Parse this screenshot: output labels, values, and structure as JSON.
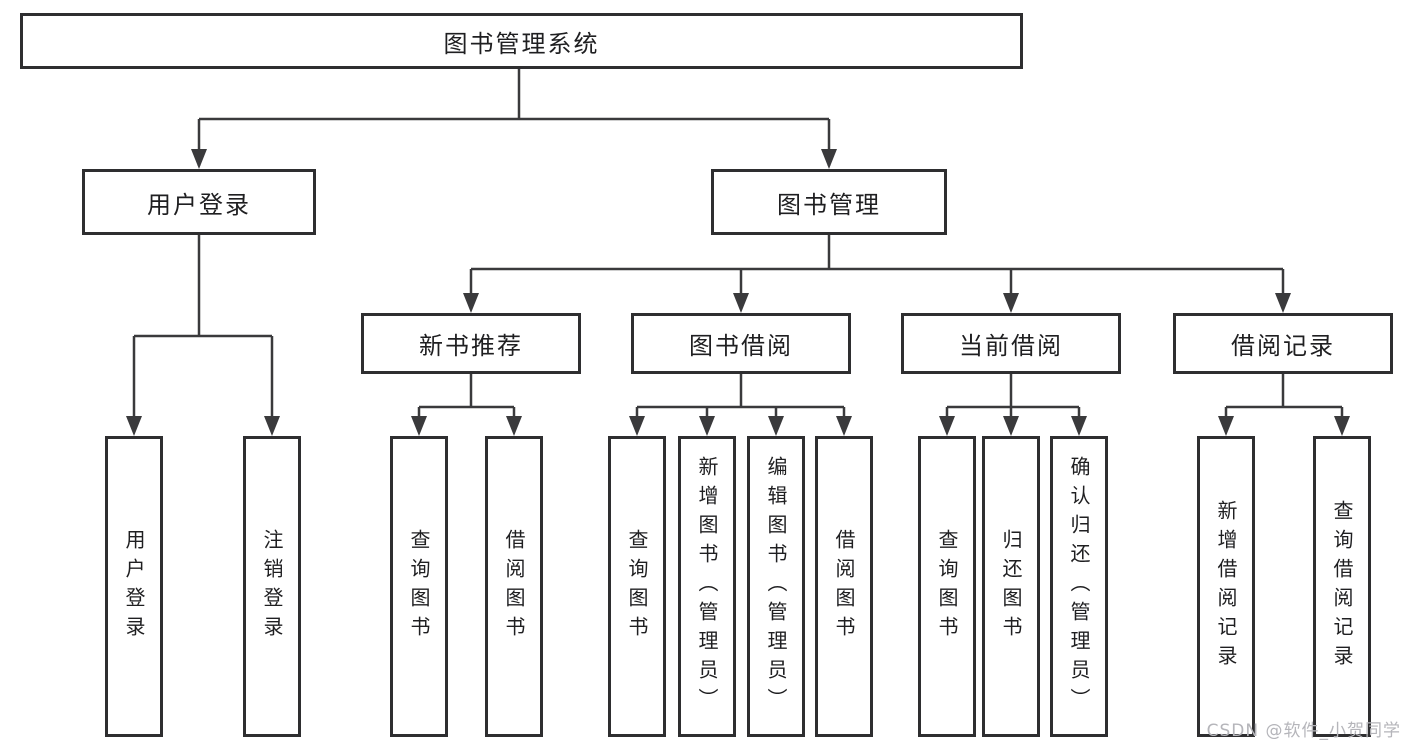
{
  "diagram": {
    "nodes": {
      "root": {
        "label": "图书管理系统"
      },
      "user_login": {
        "label": "用户登录"
      },
      "book_management": {
        "label": "图书管理"
      },
      "new_book_recommend": {
        "label": "新书推荐"
      },
      "book_borrow": {
        "label": "图书借阅"
      },
      "current_borrow": {
        "label": "当前借阅"
      },
      "borrow_records": {
        "label": "借阅记录"
      },
      "leaf_user_login": {
        "label": "用户登录"
      },
      "leaf_logout": {
        "label": "注销登录"
      },
      "leaf_nb_query": {
        "label": "查询图书"
      },
      "leaf_nb_borrow": {
        "label": "借阅图书"
      },
      "leaf_bb_query": {
        "label": "查询图书"
      },
      "leaf_bb_add": {
        "label": "新增图书（管理员）"
      },
      "leaf_bb_edit": {
        "label": "编辑图书（管理员）"
      },
      "leaf_bb_borrow": {
        "label": "借阅图书"
      },
      "leaf_cb_query": {
        "label": "查询图书"
      },
      "leaf_cb_return": {
        "label": "归还图书"
      },
      "leaf_cb_confirm": {
        "label": "确认归还（管理员）"
      },
      "leaf_br_add": {
        "label": "新增借阅记录"
      },
      "leaf_br_query": {
        "label": "查询借阅记录"
      }
    },
    "colors": {
      "line": "#3a3a3c",
      "box_border": "#2e2e30",
      "text": "#1f1f21",
      "background": "#ffffff",
      "watermark": "#b5b5ba"
    }
  },
  "watermark": {
    "text": "CSDN @软件_小贺同学"
  }
}
